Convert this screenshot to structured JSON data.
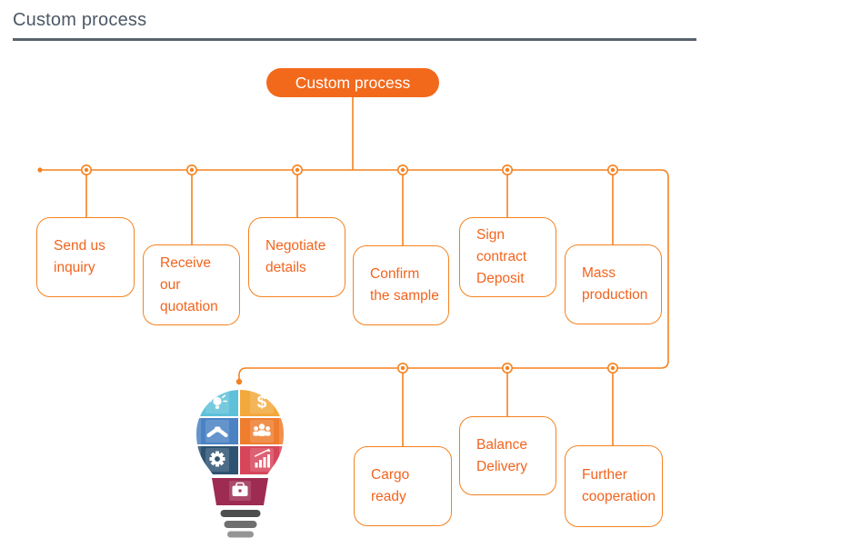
{
  "page": {
    "title": "Custom process"
  },
  "diagram": {
    "root": {
      "label": "Custom process"
    },
    "row1": [
      {
        "label": "Send us inquiry"
      },
      {
        "label": "Receive our quotation"
      },
      {
        "label": "Negotiate details"
      },
      {
        "label": "Confirm the sample"
      },
      {
        "label": "Sign contract Deposit"
      },
      {
        "label": "Mass production"
      }
    ],
    "row2": [
      {
        "label": "Cargo ready"
      },
      {
        "label": "Balance Delivery"
      },
      {
        "label": "Further cooperation"
      }
    ]
  },
  "bulb": {
    "dollar_glyph": "$",
    "icons": [
      "idea-icon",
      "dollar-icon",
      "handshake-icon",
      "team-icon",
      "gear-icon",
      "chart-icon",
      "briefcase-icon"
    ]
  },
  "colors": {
    "accent": "#f5821f",
    "box_text": "#f2641e",
    "root_bg": "#f2691c",
    "title_text": "#4d5866",
    "rule": "#59636f",
    "tile_cyan": "#5ec1d9",
    "tile_amber": "#f3a83c",
    "tile_blue": "#4b82c3",
    "tile_orange": "#ef7d2e",
    "tile_navy": "#2e5372",
    "tile_red": "#d7455b",
    "neck_maroon": "#9d2b52",
    "bar_dark": "#4e4e4e",
    "bar_mid": "#6f6f6f",
    "bar_light": "#959595"
  }
}
